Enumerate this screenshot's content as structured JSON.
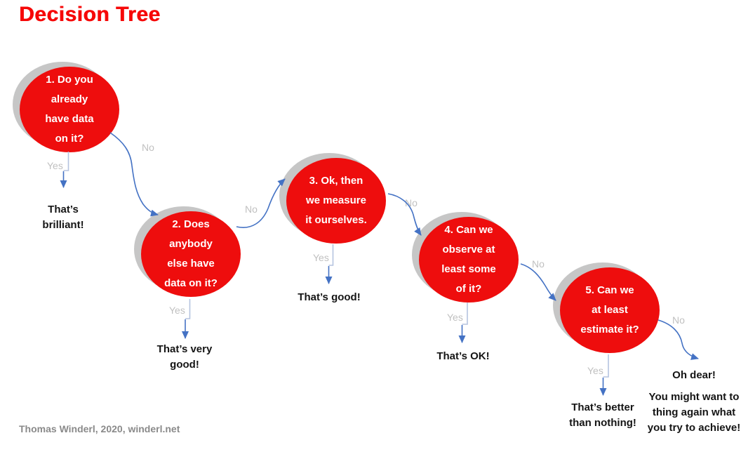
{
  "title": "Decision Tree",
  "footer": "Thomas Winderl, 2020, winderl.net",
  "colors": {
    "red": "#EE0D0D",
    "title_red": "#F60808",
    "shadow_gray": "#C6C6C6",
    "label_gray": "#C0C0C0",
    "arrow_blue": "#4472C4",
    "arrow_pale_blue": "#B5C3DF",
    "outcome_text": "#151515",
    "footer_gray": "#8A8A8A"
  },
  "nodes": [
    {
      "id": "1",
      "question_lines": [
        "1. Do you",
        "already",
        "have data",
        "on it?"
      ],
      "yes_label": "Yes",
      "no_label": "No",
      "outcome_lines": [
        "That’s",
        "brilliant!"
      ]
    },
    {
      "id": "2",
      "question_lines": [
        "2. Does",
        "anybody",
        "else have",
        "data on it?"
      ],
      "yes_label": "Yes",
      "no_label": "No",
      "outcome_lines": [
        "That’s very",
        "good!"
      ]
    },
    {
      "id": "3",
      "question_lines": [
        "3. Ok, then",
        "we measure",
        "it ourselves."
      ],
      "yes_label": "Yes",
      "no_label": "No",
      "outcome_lines": [
        "That’s good!"
      ]
    },
    {
      "id": "4",
      "question_lines": [
        "4. Can we",
        "observe at",
        "least some",
        "of it?"
      ],
      "yes_label": "Yes",
      "no_label": "No",
      "outcome_lines": [
        "That’s OK!"
      ]
    },
    {
      "id": "5",
      "question_lines": [
        "5. Can we",
        "at least",
        "estimate it?"
      ],
      "yes_label": "Yes",
      "no_label": "No",
      "outcome_lines": [
        "That’s better",
        "than nothing!"
      ]
    }
  ],
  "final_outcome": {
    "headline": "Oh dear!",
    "lines": [
      "You might want to",
      "thing again what",
      "you try to achieve!"
    ]
  }
}
